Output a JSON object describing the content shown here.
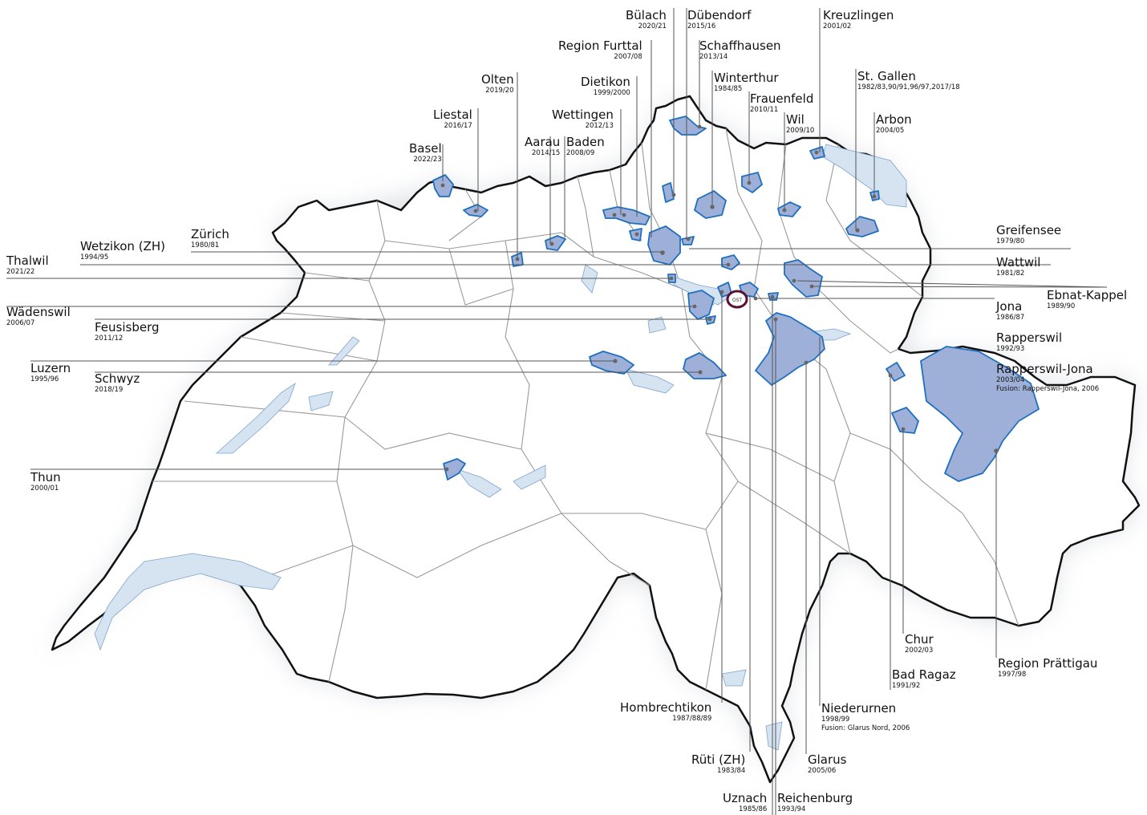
{
  "colors": {
    "border": "#111111",
    "canton_lines": "#9a9a9a",
    "lake": "#d6e4f2",
    "region_fill": "#9fb0d8",
    "region_stroke": "#1f6fbf",
    "leader": "#555555",
    "marker_ring": "#5a1030"
  },
  "marker": {
    "text": "OST"
  },
  "locations": [
    {
      "key": "basel",
      "name": "Basel",
      "years": "2022/23"
    },
    {
      "key": "liestal",
      "name": "Liestal",
      "years": "2016/17"
    },
    {
      "key": "olten",
      "name": "Olten",
      "years": "2019/20"
    },
    {
      "key": "aarau",
      "name": "Aarau",
      "years": "2014/15"
    },
    {
      "key": "baden",
      "name": "Baden",
      "years": "2008/09"
    },
    {
      "key": "wettingen",
      "name": "Wettingen",
      "years": "2012/13"
    },
    {
      "key": "dietikon",
      "name": "Dietikon",
      "years": "1999/2000"
    },
    {
      "key": "furttal",
      "name": "Region Furttal",
      "years": "2007/08"
    },
    {
      "key": "buelach",
      "name": "Bülach",
      "years": "2020/21"
    },
    {
      "key": "duebendorf",
      "name": "Dübendorf",
      "years": "2015/16"
    },
    {
      "key": "schaffhausen",
      "name": "Schaffhausen",
      "years": "2013/14"
    },
    {
      "key": "winterthur",
      "name": "Winterthur",
      "years": "1984/85"
    },
    {
      "key": "frauenfeld",
      "name": "Frauenfeld",
      "years": "2010/11"
    },
    {
      "key": "wil",
      "name": "Wil",
      "years": "2009/10"
    },
    {
      "key": "kreuzlingen",
      "name": "Kreuzlingen",
      "years": "2001/02"
    },
    {
      "key": "stgallen",
      "name": "St. Gallen",
      "years": "1982/83,90/91,96/97,2017/18"
    },
    {
      "key": "arbon",
      "name": "Arbon",
      "years": "2004/05"
    },
    {
      "key": "zuerich",
      "name": "Zürich",
      "years": "1980/81"
    },
    {
      "key": "wetzikon",
      "name": "Wetzikon (ZH)",
      "years": "1994/95"
    },
    {
      "key": "thalwil",
      "name": "Thalwil",
      "years": "2021/22"
    },
    {
      "key": "waedenswil",
      "name": "Wädenswil",
      "years": "2006/07"
    },
    {
      "key": "feusisberg",
      "name": "Feusisberg",
      "years": "2011/12"
    },
    {
      "key": "luzern",
      "name": "Luzern",
      "years": "1995/96"
    },
    {
      "key": "schwyz",
      "name": "Schwyz",
      "years": "2018/19"
    },
    {
      "key": "thun",
      "name": "Thun",
      "years": "2000/01"
    },
    {
      "key": "greifensee",
      "name": "Greifensee",
      "years": "1979/80"
    },
    {
      "key": "wattwil",
      "name": "Wattwil",
      "years": "1981/82"
    },
    {
      "key": "ebnat",
      "name": "Ebnat-Kappel",
      "years": "1989/90"
    },
    {
      "key": "jona",
      "name": "Jona",
      "years": "1986/87"
    },
    {
      "key": "rapperswil",
      "name": "Rapperswil",
      "years": "1992/93"
    },
    {
      "key": "rapjona",
      "name": "Rapperswil-Jona",
      "years": "2003/04",
      "note": "Fusion: Rapperswil-Jona, 2006"
    },
    {
      "key": "chur",
      "name": "Chur",
      "years": "2002/03"
    },
    {
      "key": "badragaz",
      "name": "Bad Ragaz",
      "years": "1991/92"
    },
    {
      "key": "praettigau",
      "name": "Region Prättigau",
      "years": "1997/98"
    },
    {
      "key": "hombrechtikon",
      "name": "Hombrechtikon",
      "years": "1987/88/89"
    },
    {
      "key": "niederurnen",
      "name": "Niederurnen",
      "years": "1998/99",
      "note": "Fusion: Glarus Nord, 2006"
    },
    {
      "key": "glarus",
      "name": "Glarus",
      "years": "2005/06"
    },
    {
      "key": "rueti",
      "name": "Rüti (ZH)",
      "years": "1983/84"
    },
    {
      "key": "uznach",
      "name": "Uznach",
      "years": "1985/86"
    },
    {
      "key": "reichenburg",
      "name": "Reichenburg",
      "years": "1993/94"
    }
  ]
}
